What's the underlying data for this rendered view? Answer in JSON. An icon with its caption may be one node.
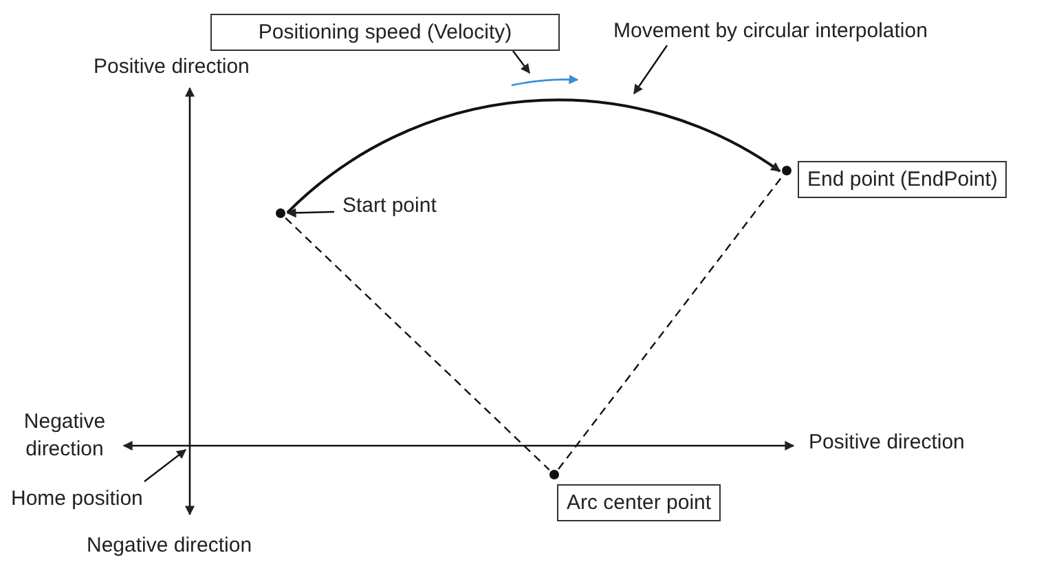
{
  "diagram": {
    "nodes": [
      {
        "text": [
          "Positioning speed (Velocity)"
        ]
      },
      {
        "text": [
          "Movement by circular interpolation"
        ]
      },
      {
        "text": [
          "Start point"
        ]
      },
      {
        "text": [
          "End point (EndPoint)"
        ]
      },
      {
        "text": [
          "Arc center point"
        ]
      },
      {
        "text": [
          "Home position"
        ]
      },
      {
        "text": [],
        "shape": "circle"
      },
      {
        "text": [],
        "shape": "circle"
      },
      {
        "text": [],
        "shape": "circle"
      }
    ],
    "edges": [
      {
        "from": 6,
        "to": 7,
        "arrow": "to"
      },
      {
        "from": 6,
        "to": 8,
        "arrow": "none",
        "style": "dashed"
      },
      {
        "from": 8,
        "to": 7,
        "arrow": "none",
        "style": "dashed"
      },
      {
        "from": 0,
        "to": null,
        "arrow": "to"
      },
      {
        "from": 1,
        "to": null,
        "arrow": "to"
      },
      {
        "from": 2,
        "to": 6,
        "arrow": "to"
      },
      {
        "from": 5,
        "to": null,
        "arrow": "to"
      }
    ],
    "labels": [
      "Positive direction",
      "Negative direction",
      "Positive direction",
      "Negative direction"
    ]
  }
}
